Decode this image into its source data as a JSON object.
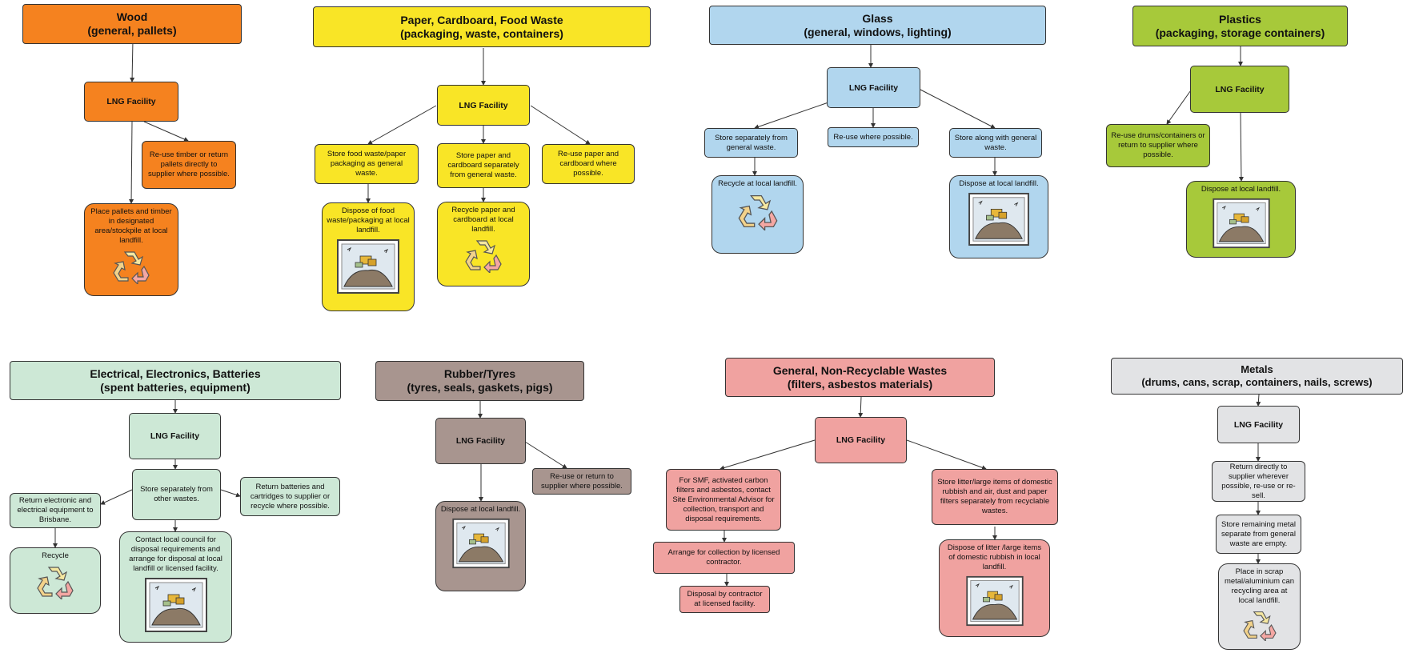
{
  "wood": {
    "header_line1": "Wood",
    "header_line2": "(general, pallets)",
    "facility": "LNG Facility",
    "reuse": "Re-use timber or return pallets directly to supplier where possible.",
    "place": "Place pallets and timber in designated area/stockpile at local landfill."
  },
  "paper": {
    "header_line1": "Paper, Cardboard, Food Waste",
    "header_line2": "(packaging, waste, containers)",
    "facility": "LNG Facility",
    "store_food": "Store food waste/paper packaging as general waste.",
    "store_paper": "Store paper and cardboard separately from general waste.",
    "reuse": "Re-use paper and cardboard where possible.",
    "dispose": "Dispose of food waste/packaging at local landfill.",
    "recycle": "Recycle paper and cardboard at local landfill."
  },
  "glass": {
    "header_line1": "Glass",
    "header_line2": "(general, windows, lighting)",
    "facility": "LNG Facility",
    "store_sep": "Store separately from general waste.",
    "reuse": "Re-use where possible.",
    "store_along": "Store along with general waste.",
    "recycle": "Recycle at local landfill.",
    "dispose": "Dispose at local landfill."
  },
  "plastics": {
    "header_line1": "Plastics",
    "header_line2": "(packaging, storage containers)",
    "facility": "LNG Facility",
    "reuse": "Re-use drums/containers or return to supplier where possible.",
    "dispose": "Dispose at local landfill."
  },
  "electrical": {
    "header_line1": "Electrical, Electronics, Batteries",
    "header_line2": "(spent batteries, equipment)",
    "facility": "LNG Facility",
    "store": "Store separately from other wastes.",
    "return_electronic": "Return electronic and electrical equipment to Brisbane.",
    "return_batteries": "Return batteries and cartridges to supplier or recycle where possible.",
    "recycle": "Recycle",
    "contact": "Contact local council for disposal requirements and arrange for disposal at local landfill or licensed facility."
  },
  "rubber": {
    "header_line1": "Rubber/Tyres",
    "header_line2": "(tyres, seals, gaskets, pigs)",
    "facility": "LNG Facility",
    "reuse": "Re-use  or return to supplier where possible.",
    "dispose": "Dispose at local landfill."
  },
  "general": {
    "header_line1": "General, Non-Recyclable Wastes",
    "header_line2": "(filters, asbestos materials)",
    "facility": "LNG Facility",
    "smf": "For SMF, activated carbon filters and asbestos, contact Site Environmental Advisor for collection, transport and disposal requirements.",
    "store_litter": "Store litter/large items of domestic rubbish and air, dust and paper filters separately from recyclable wastes.",
    "arrange": "Arrange for collection by licensed contractor.",
    "disposal_contractor": "Disposal by contractor at licensed facility.",
    "dispose_litter": "Dispose of litter /large items of domestic rubbish in local landfill."
  },
  "metals": {
    "header_line1": "Metals",
    "header_line2": "(drums, cans, scrap, containers, nails, screws)",
    "facility": "LNG Facility",
    "return": "Return directly to supplier wherever possible, re-use or re-sell.",
    "store": "Store remaining metal separate from general waste are empty.",
    "place": "Place in scrap metal/aluminium can recycling area at local landfill."
  },
  "colors": {
    "wood": "#f5821f",
    "paper": "#f9e526",
    "glass": "#b1d6ee",
    "plastics": "#a7c93a",
    "electrical": "#cde8d6",
    "rubber": "#a8958f",
    "general": "#f0a2a0",
    "metals": "#e2e3e5"
  },
  "icons": [
    "recycle-icon",
    "landfill-icon"
  ]
}
